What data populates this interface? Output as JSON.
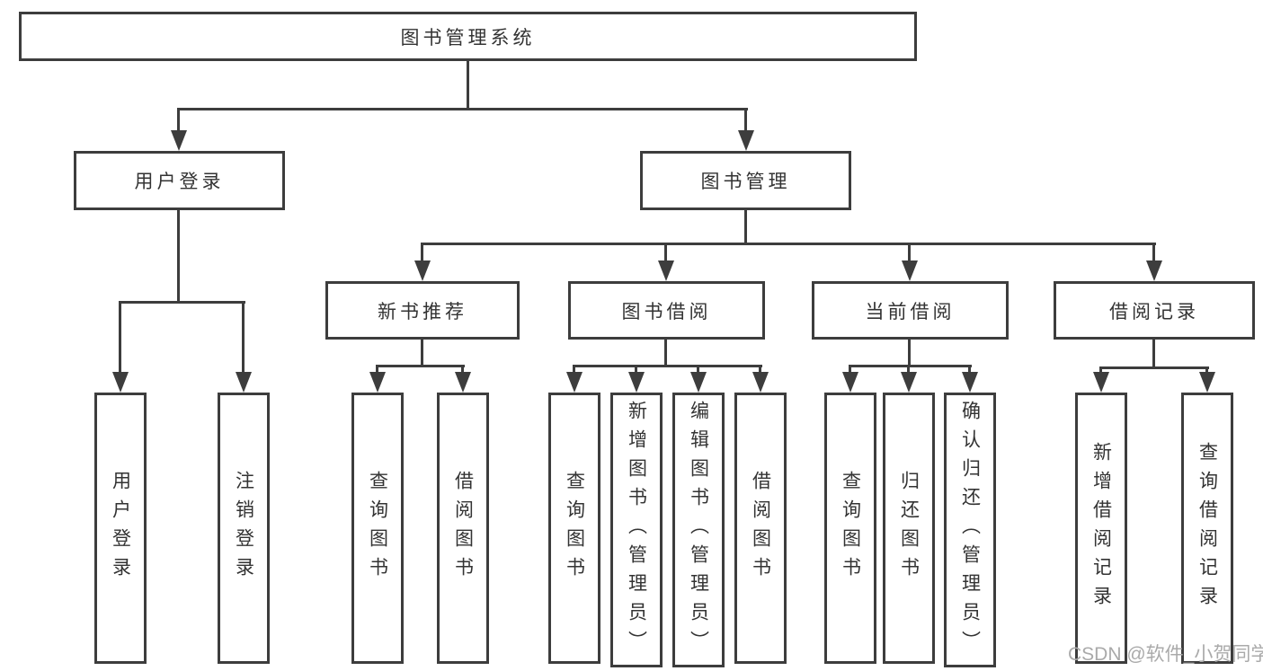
{
  "root": {
    "label": "图书管理系统"
  },
  "level2": [
    {
      "label": "用户登录"
    },
    {
      "label": "图书管理"
    }
  ],
  "level3": [
    {
      "label": "新书推荐",
      "parent": "图书管理"
    },
    {
      "label": "图书借阅",
      "parent": "图书管理"
    },
    {
      "label": "当前借阅",
      "parent": "图书管理"
    },
    {
      "label": "借阅记录",
      "parent": "图书管理"
    }
  ],
  "leaves": [
    {
      "label": "用户登录",
      "parent": "用户登录"
    },
    {
      "label": "注销登录",
      "parent": "用户登录"
    },
    {
      "label": "查询图书",
      "parent": "新书推荐"
    },
    {
      "label": "借阅图书",
      "parent": "新书推荐"
    },
    {
      "label": "查询图书",
      "parent": "图书借阅"
    },
    {
      "label": "新增图书（管理员）",
      "parent": "图书借阅"
    },
    {
      "label": "编辑图书（管理员）",
      "parent": "图书借阅"
    },
    {
      "label": "借阅图书",
      "parent": "图书借阅"
    },
    {
      "label": "查询图书",
      "parent": "当前借阅"
    },
    {
      "label": "归还图书",
      "parent": "当前借阅"
    },
    {
      "label": "确认归还（管理员）",
      "parent": "当前借阅"
    },
    {
      "label": "新增借阅记录",
      "parent": "借阅记录"
    },
    {
      "label": "查询借阅记录",
      "parent": "借阅记录"
    }
  ],
  "watermark": {
    "text": "CSDN @软件_小贺同学"
  },
  "colors": {
    "line": "#3d3d3d",
    "text": "#333333",
    "background": "#ffffff",
    "watermark": "#aaaaaa"
  }
}
